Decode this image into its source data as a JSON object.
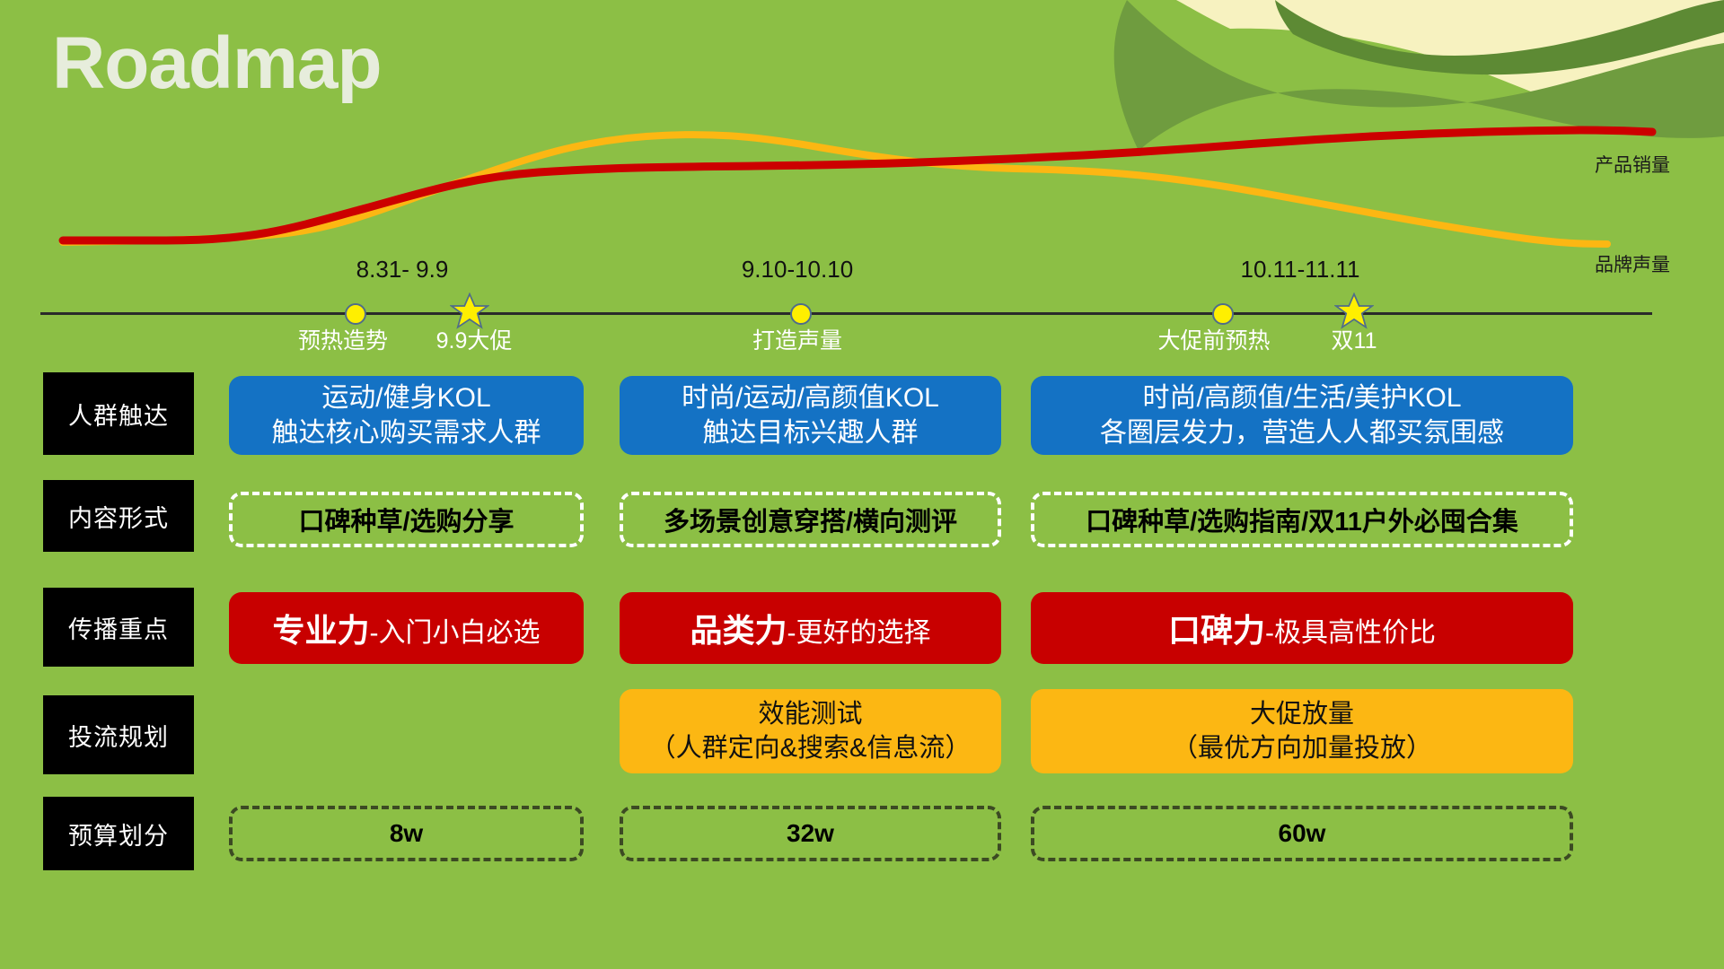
{
  "title": "Roadmap",
  "colors": {
    "background_green": "#8cbf45",
    "wave_dark_green": "#6f9c3f",
    "wave_mid_green": "#7ba84a",
    "wave_cream": "#f7f2c0",
    "sales_line_red": "#cc0000",
    "voice_line_yellow": "#fcb713",
    "blue_card": "#1472c4",
    "red_card": "#c80000",
    "orange_card": "#fcb713",
    "label_black": "#000000",
    "title_text": "#e7eddc"
  },
  "chart_data": {
    "type": "line",
    "title": "Roadmap",
    "xlabel": "",
    "ylabel": "",
    "grid": false,
    "legend_position": "right",
    "x": [
      "8.31",
      "9.9",
      "9.10",
      "10.10",
      "10.11",
      "11.11"
    ],
    "series": [
      {
        "name": "产品销量",
        "color": "#cc0000",
        "values": [
          12,
          14,
          30,
          52,
          58,
          74
        ]
      },
      {
        "name": "品牌声量",
        "color": "#fcb713",
        "values": [
          10,
          22,
          62,
          78,
          70,
          32
        ]
      }
    ],
    "annotations": [
      "产品销量",
      "品牌声量"
    ]
  },
  "legend": {
    "sales": "产品销量",
    "voice": "品牌声量"
  },
  "timeline": {
    "phases": [
      {
        "date": "8.31- 9.9",
        "caption": "预热造势",
        "marker": "dot"
      },
      {
        "date": "",
        "caption": "9.9大促",
        "marker": "star"
      },
      {
        "date": "9.10-10.10",
        "caption": "打造声量",
        "marker": "dot"
      },
      {
        "date": "10.11-11.11",
        "caption": "大促前预热",
        "marker": "dot"
      },
      {
        "date": "",
        "caption": "双11",
        "marker": "star"
      }
    ]
  },
  "rows": [
    {
      "label": "人群触达",
      "cells": [
        {
          "line1": "运动/健身KOL",
          "line2": "触达核心购买需求人群"
        },
        {
          "line1": "时尚/运动/高颜值KOL",
          "line2": "触达目标兴趣人群"
        },
        {
          "line1": "时尚/高颜值/生活/美护KOL",
          "line2": "各圈层发力，营造人人都买氛围感"
        }
      ]
    },
    {
      "label": "内容形式",
      "cells": [
        {
          "text": "口碑种草/选购分享"
        },
        {
          "text": "多场景创意穿搭/横向测评"
        },
        {
          "text": "口碑种草/选购指南/双11户外必囤合集"
        }
      ]
    },
    {
      "label": "传播重点",
      "cells": [
        {
          "strong": "专业力",
          "rest": "-入门小白必选"
        },
        {
          "strong": "品类力",
          "rest": "-更好的选择"
        },
        {
          "strong": "口碑力",
          "rest": "-极具高性价比"
        }
      ]
    },
    {
      "label": "投流规划",
      "cells": [
        {
          "line1": "",
          "line2": ""
        },
        {
          "line1": "效能测试",
          "line2": "（人群定向&搜索&信息流）"
        },
        {
          "line1": "大促放量",
          "line2": "（最优方向加量投放）"
        }
      ]
    },
    {
      "label": "预算划分",
      "cells": [
        {
          "text": "8w"
        },
        {
          "text": "32w"
        },
        {
          "text": "60w"
        }
      ]
    }
  ]
}
